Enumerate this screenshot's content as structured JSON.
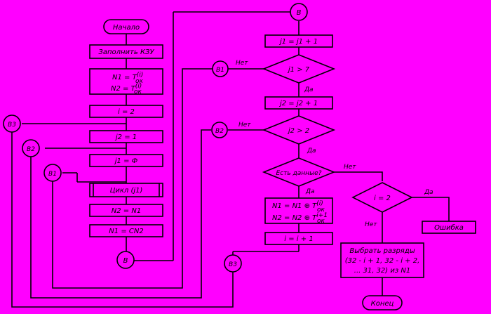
{
  "start": "Начало",
  "fill_kzu": "Заполнить КЗУ",
  "init": {
    "line1": "N1 = T",
    "sup1": "(i)",
    "sub1": "ок",
    "line2": "N2 = T",
    "sup2": "(i)",
    "sub2": "ок"
  },
  "i_assign": "i = 2",
  "j2_assign": "j2 = 1",
  "j1_assign": "j1 = Ф",
  "loop": "Цикл (j1)",
  "n2_n1": "N2 = N1",
  "n1_cn2": "N1 = CN2",
  "conn_b": "B",
  "conn_b1": "B1",
  "conn_b2": "B2",
  "conn_b3": "B3",
  "j1_inc": "j1 = j1 + 1",
  "j1_test": "j1 > 7",
  "j2_inc": "j2 = j2 + 1",
  "j2_test": "j2 > 2",
  "data_test": "Есть данные?",
  "update": {
    "line1": "N1 = N1 ⊕ T",
    "sup1": "(i)",
    "sub1": "ок",
    "line2": "N2 = N2 ⊕ T",
    "sup2": "i+1",
    "sub2": "ок"
  },
  "i_inc": "i = i + 1",
  "i_test": "i = 2",
  "error": "Ошибка",
  "select": {
    "line1": "Выбрать разряды",
    "line2": "(32 - i + 1, 32 - i + 2,",
    "line3": "... 31, 32) из N1"
  },
  "end": "Конец",
  "yes": "Да",
  "no": "Нет"
}
